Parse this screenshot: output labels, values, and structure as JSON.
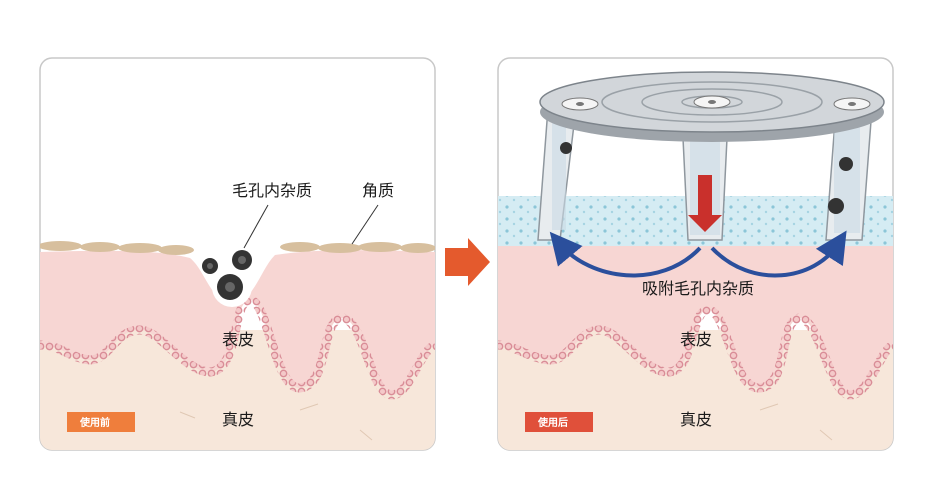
{
  "panels": {
    "before": {
      "label_pore_impurities": "毛孔内杂质",
      "label_keratin": "角质",
      "label_epidermis": "表皮",
      "label_dermis": "真皮",
      "badge": "使用前"
    },
    "after": {
      "label_adsorb": "吸附毛孔内杂质",
      "label_epidermis": "表皮",
      "label_dermis": "真皮",
      "badge": "使用后"
    }
  },
  "colors": {
    "frame": "#c8c8c8",
    "epidermis": "#f7d6d3",
    "dermis": "#f7e7da",
    "keratin": "#d7bf9e",
    "cell_ring": "#d98d97",
    "arrow": "#e45a2d",
    "adsorb_arrow": "#2b4f9c",
    "down_arrow": "#c9302c",
    "water": "#d5ecf3",
    "badge_before": "#ef7e3c",
    "badge_after": "#e0503a"
  }
}
